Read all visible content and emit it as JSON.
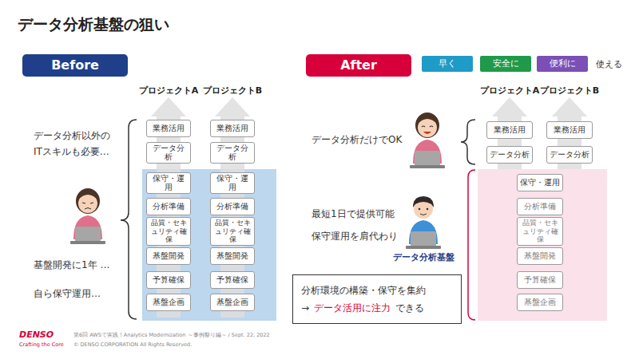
{
  "diagram": {
    "title": "データ分析基盤の狙い",
    "nodes": [
      {
        "text": [
          "Before"
        ]
      },
      {
        "text": [
          "After"
        ]
      },
      {
        "text": [
          "早く"
        ]
      },
      {
        "text": [
          "安全に"
        ]
      },
      {
        "text": [
          "便利に"
        ]
      },
      {
        "text": [
          "業務活用"
        ]
      },
      {
        "text": [
          "データ分析"
        ]
      },
      {
        "text": [
          "保守・運用"
        ]
      },
      {
        "text": [
          "分析準備"
        ]
      },
      {
        "text": [
          "品質・セキュリティ確保"
        ]
      },
      {
        "text": [
          "基盤開発"
        ]
      },
      {
        "text": [
          "予算確保"
        ]
      },
      {
        "text": [
          "基盤企画"
        ]
      },
      {
        "text": [
          "業務活用"
        ]
      },
      {
        "text": [
          "データ分析"
        ]
      },
      {
        "text": [
          "保守・運用"
        ]
      },
      {
        "text": [
          "分析準備"
        ]
      },
      {
        "text": [
          "品質・セキュリティ確保"
        ]
      },
      {
        "text": [
          "基盤開発"
        ]
      },
      {
        "text": [
          "予算確保"
        ]
      },
      {
        "text": [
          "基盤企画"
        ]
      },
      {
        "text": [
          "業務活用"
        ]
      },
      {
        "text": [
          "データ分析"
        ]
      },
      {
        "text": [
          "業務活用"
        ]
      },
      {
        "text": [
          "データ分析"
        ]
      },
      {
        "text": [
          "保守・運用"
        ]
      },
      {
        "text": [
          "分析準備"
        ]
      },
      {
        "text": [
          "品質・セキュリティ確保"
        ]
      },
      {
        "text": [
          "基盤開発"
        ]
      },
      {
        "text": [
          "予算確保"
        ]
      },
      {
        "text": [
          "基盤企画"
        ]
      },
      {
        "text": [
          "分析環境の構築・保守を集約",
          "→",
          "データ活用に注力",
          "できる"
        ]
      }
    ],
    "labels": [
      "プロジェクトA",
      "プロジェクトB",
      "プロジェクトA",
      "プロジェクトB",
      "使える",
      "データ分析以外の ITスキルも必要…",
      "基盤開発に1年 …",
      "自ら保守運用…",
      "データ分析だけでOK",
      "最短1日で提供可能",
      "保守運用を肩代わり",
      "データ分析基盤",
      "DENSO",
      "Crafting the Core",
      "第6回 AWSで実践！Analytics Modernization ～事例祭り編～ / Sept. 22, 2022",
      "© DENSO CORPORATION All Rights Reserved."
    ]
  }
}
